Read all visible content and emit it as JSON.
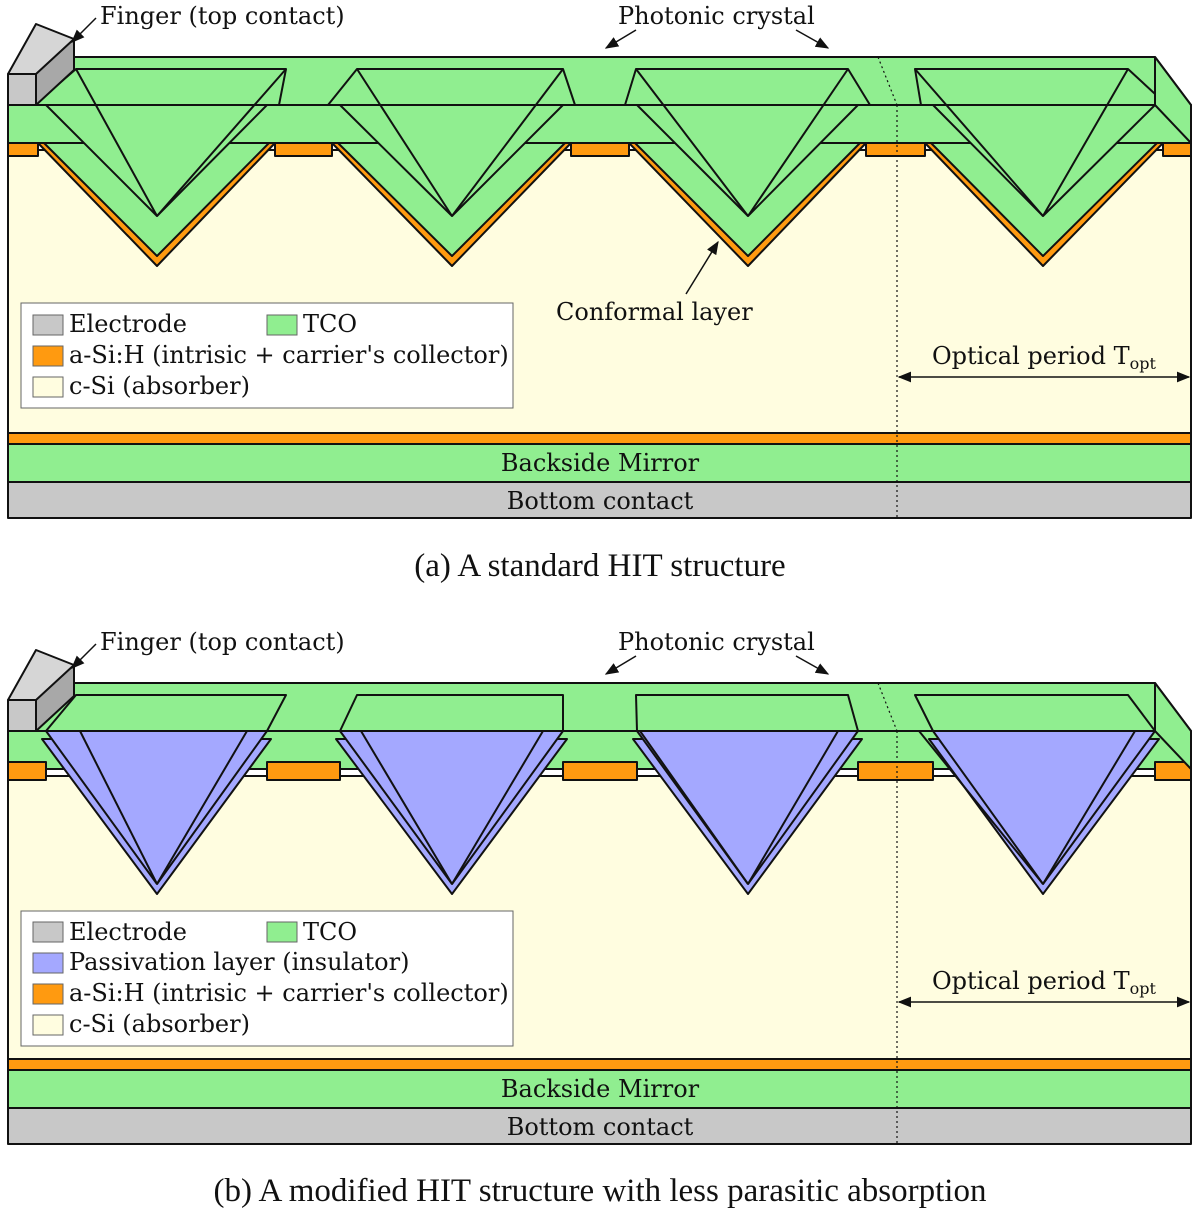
{
  "colors": {
    "electrode": "#c8c8c8",
    "tco": "#90ee90",
    "asi": "#ff9a10",
    "csi": "#fffde0",
    "passivation": "#a4a8ff",
    "outline": "#111111"
  },
  "panel_a": {
    "finger_label": "Finger (top contact)",
    "photonic_label": "Photonic crystal",
    "conformal_label": "Conformal layer",
    "period_label": "Optical period T",
    "period_sub": "opt",
    "backside_mirror": "Backside Mirror",
    "bottom_contact": "Bottom contact",
    "legend": [
      {
        "name": "Electrode",
        "swatch": "electrode"
      },
      {
        "name": "TCO",
        "swatch": "tco"
      },
      {
        "name": "a-Si:H (intrisic + carrier's collector)",
        "swatch": "asi"
      },
      {
        "name": "c-Si (absorber)",
        "swatch": "csi"
      }
    ],
    "caption": "(a)  A standard HIT structure"
  },
  "panel_b": {
    "finger_label": "Finger (top contact)",
    "photonic_label": "Photonic crystal",
    "period_label": "Optical period T",
    "period_sub": "opt",
    "backside_mirror": "Backside Mirror",
    "bottom_contact": "Bottom contact",
    "legend": [
      {
        "name": "Electrode",
        "swatch": "electrode"
      },
      {
        "name": "TCO",
        "swatch": "tco"
      },
      {
        "name": "Passivation layer (insulator)",
        "swatch": "passivation"
      },
      {
        "name": "a-Si:H (intrisic + carrier's collector)",
        "swatch": "asi"
      },
      {
        "name": "c-Si (absorber)",
        "swatch": "csi"
      }
    ],
    "caption": "(b)  A modified HIT structure with less parasitic absorption"
  }
}
